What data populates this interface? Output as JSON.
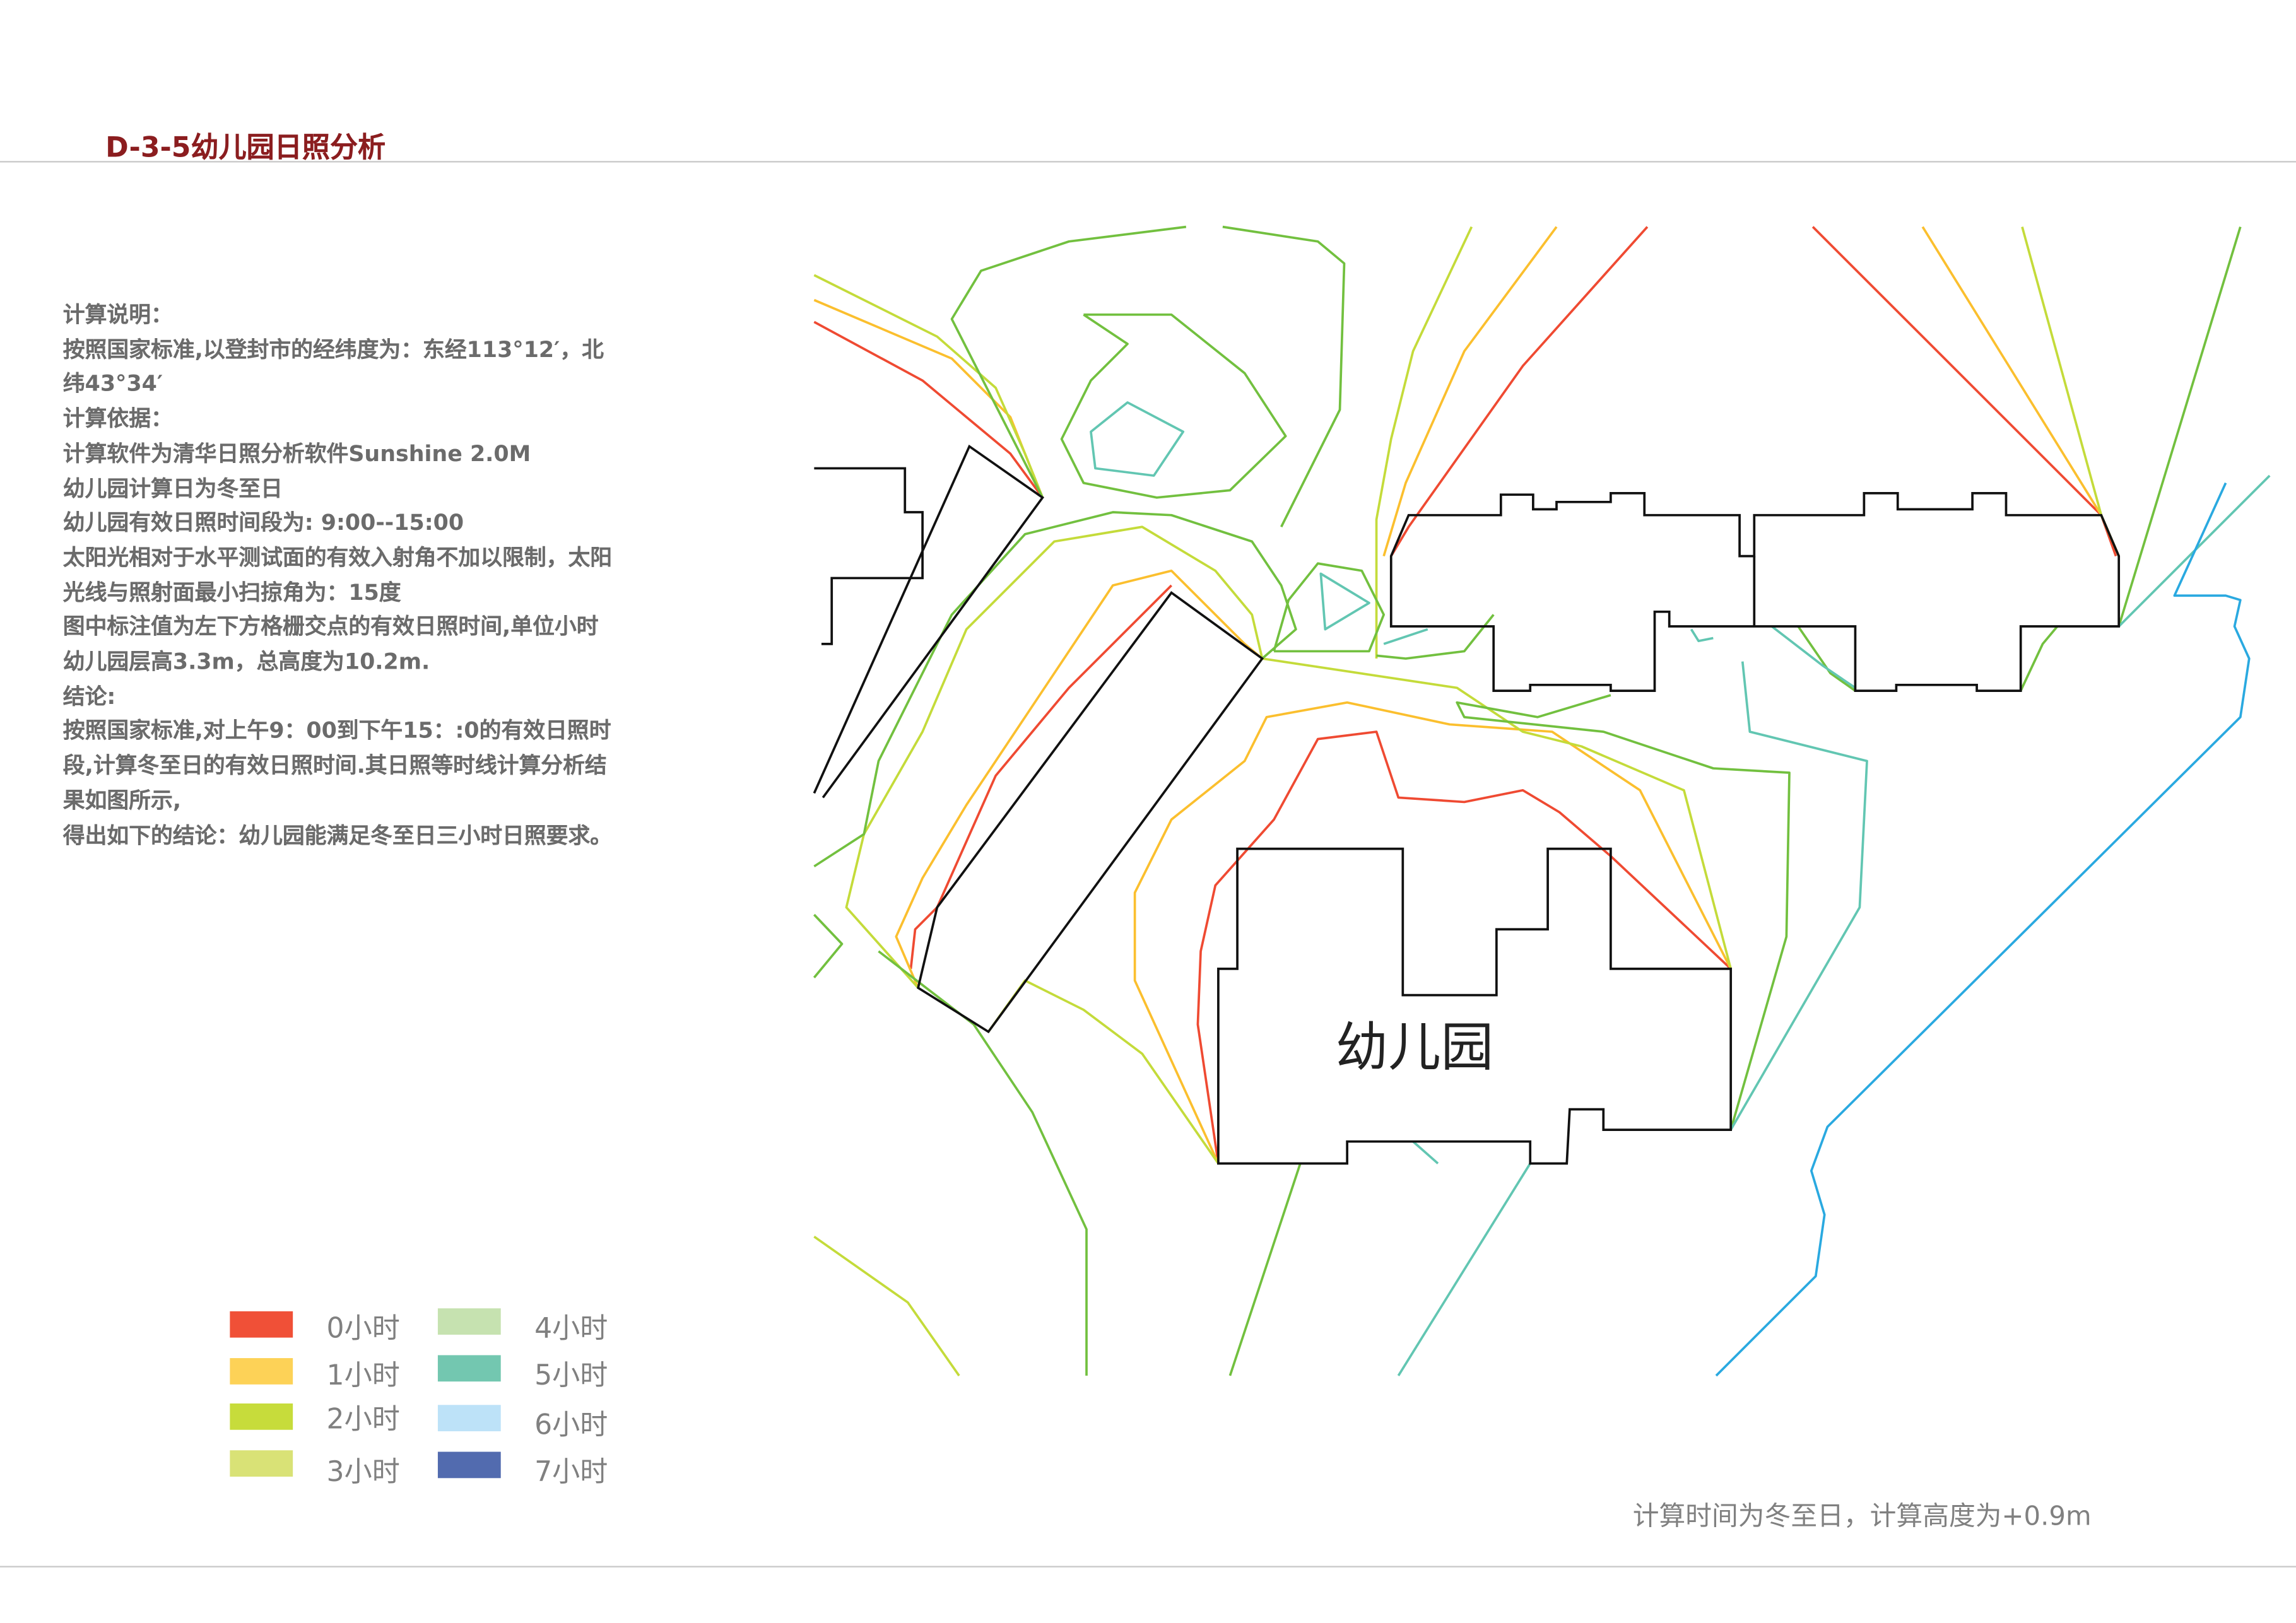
{
  "title": "D-3-5幼儿园日照分析",
  "notes": [
    "计算说明：",
    "按照国家标准,以登封市的经纬度为：东经113°12′，北",
    "纬43°34′",
    "计算依据：",
    "计算软件为清华日照分析软件Sunshine 2.0M",
    "幼儿园计算日为冬至日",
    "幼儿园有效日照时间段为: 9:00--15:00",
    "太阳光相对于水平测试面的有效入射角不加以限制，太阳",
    "光线与照射面最小扫掠角为：15度",
    "图中标注值为左下方格栅交点的有效日照时间,单位小时",
    "幼儿园层高3.3m，总高度为10.2m.",
    "结论:",
    "按照国家标准,对上午9：00到下午15：:0的有效日照时",
    "段,计算冬至日的有效日照时间.其日照等时线计算分析结",
    "果如图所示,",
    "得出如下的结论：幼儿园能满足冬至日三小时日照要求。"
  ],
  "map": {
    "building_label": "幼儿园"
  },
  "legend": [
    {
      "label": "0小时",
      "color": "#f05037"
    },
    {
      "label": "1小时",
      "color": "#fdd257"
    },
    {
      "label": "2小时",
      "color": "#c7dc3b"
    },
    {
      "label": "3小时",
      "color": "#d9e276"
    },
    {
      "label": "4小时",
      "color": "#c6e2b0"
    },
    {
      "label": "5小时",
      "color": "#73c7b0"
    },
    {
      "label": "6小时",
      "color": "#bde2f8"
    },
    {
      "label": "7小时",
      "color": "#526baf"
    }
  ],
  "caption": "计算时间为冬至日，计算高度为+0.9m"
}
